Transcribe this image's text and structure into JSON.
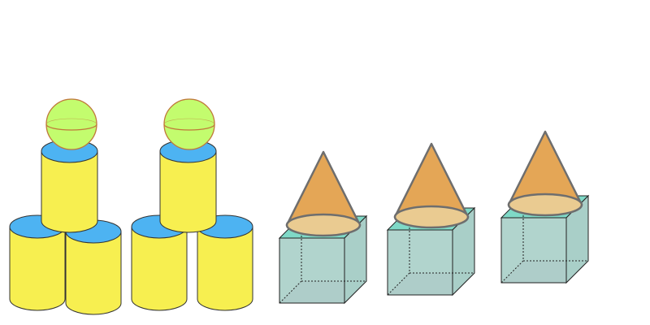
{
  "colors": {
    "cylinder_body": "#f7ef50",
    "cylinder_top": "#4db3f2",
    "sphere_fill": "#c3fc6e",
    "sphere_stroke": "#c0783a",
    "cone_side": "#e4a656",
    "cone_base": "#eacb91",
    "cone_stroke": "#6e6e6e",
    "cube_side": "#a9cfc8",
    "cube_top": "#7fd9c7",
    "cube_bottom": "#dfbbd4",
    "edge": "#222222"
  },
  "groups": [
    {
      "type": "cylinder-stack-with-sphere",
      "cylinders": 3,
      "spheres": 1
    },
    {
      "type": "cylinder-stack-with-sphere",
      "cylinders": 3,
      "spheres": 1
    },
    {
      "type": "cone-on-cube"
    },
    {
      "type": "cone-on-cube"
    },
    {
      "type": "cone-on-cube"
    }
  ]
}
